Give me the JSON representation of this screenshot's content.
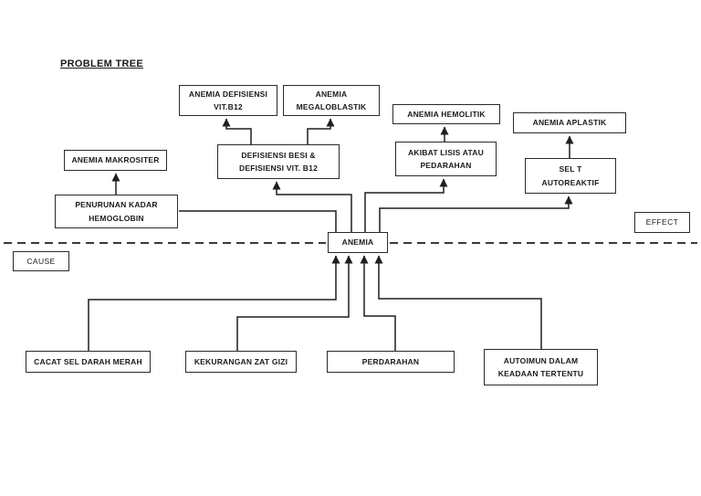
{
  "title": "PROBLEM TREE",
  "labels": {
    "effect": "EFFECT",
    "cause": "CAUSE"
  },
  "nodes": {
    "anemia_defisiensi_vitb12": "ANEMIA DEFISIENSI\nVIT.B12",
    "anemia_megaloblastik": "ANEMIA\nMEGALOBLASTIK",
    "anemia_hemolitik": "ANEMIA HEMOLITIK",
    "anemia_aplastik": "ANEMIA APLASTIK",
    "anemia_makrositer": "ANEMIA MAKROSITER",
    "defisiensi_besi": "DEFISIENSI BESI &\nDEFISIENSI VIT. B12",
    "akibat_lisis": "AKIBAT LISIS ATAU\nPEDARAHAN",
    "sel_t_autoreaktif": "SEL T\nAUTOREAKTIF",
    "penurunan_kadar": "PENURUNAN KADAR\nHEMOGLOBIN",
    "anemia": "ANEMIA",
    "cacat_sel_darah_merah": "CACAT SEL DARAH MERAH",
    "kekurangan_zat_gizi": "KEKURANGAN ZAT GIZI",
    "perdarahan": "PERDARAHAN",
    "autoimun": "AUTOIMUN DALAM\nKEADAAN TERTENTU"
  },
  "edges": [
    {
      "from": "anemia",
      "to": "penurunan_kadar"
    },
    {
      "from": "penurunan_kadar",
      "to": "anemia_makrositer"
    },
    {
      "from": "anemia",
      "to": "defisiensi_besi"
    },
    {
      "from": "defisiensi_besi",
      "to": "anemia_defisiensi_vitb12"
    },
    {
      "from": "defisiensi_besi",
      "to": "anemia_megaloblastik"
    },
    {
      "from": "anemia",
      "to": "akibat_lisis"
    },
    {
      "from": "akibat_lisis",
      "to": "anemia_hemolitik"
    },
    {
      "from": "anemia",
      "to": "sel_t_autoreaktif"
    },
    {
      "from": "sel_t_autoreaktif",
      "to": "anemia_aplastik"
    },
    {
      "from": "cacat_sel_darah_merah",
      "to": "anemia"
    },
    {
      "from": "kekurangan_zat_gizi",
      "to": "anemia"
    },
    {
      "from": "perdarahan",
      "to": "anemia"
    },
    {
      "from": "autoimun",
      "to": "anemia"
    }
  ],
  "divider": {
    "style": "dashed",
    "above_label": "EFFECT",
    "below_label": "CAUSE"
  },
  "colors": {
    "background": "#ffffff",
    "line": "#1f1f1f",
    "box_border": "#2a2a2a",
    "text": "#1a1a1a"
  }
}
